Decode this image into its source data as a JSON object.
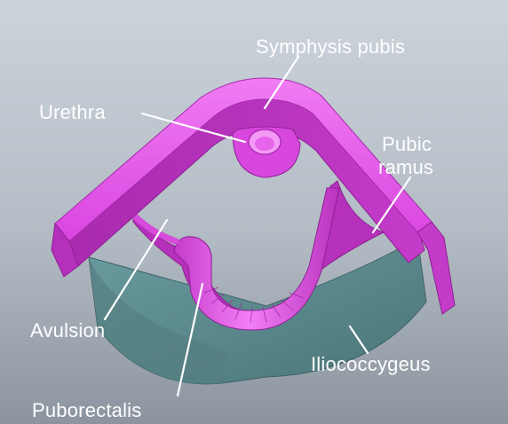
{
  "labels": {
    "symphysis_pubis": "Symphysis pubis",
    "urethra": "Urethra",
    "pubic_ramus_line1": "Pubic",
    "pubic_ramus_line2": "ramus",
    "avulsion": "Avulsion",
    "iliococcygeus": "Iliococcygeus",
    "puborectalis": "Puborectalis"
  },
  "colors": {
    "background_top": "#c9d0d8",
    "background_bottom": "#8d96a0",
    "muscle_magenta": "#e04fe6",
    "muscle_magenta_dark": "#b12bb6",
    "muscle_magenta_light": "#f08cf2",
    "sheet_teal": "#5e8f92",
    "sheet_teal_dark": "#466d70",
    "label_text": "#ffffff"
  }
}
